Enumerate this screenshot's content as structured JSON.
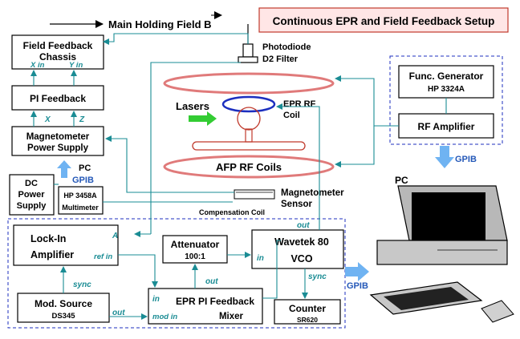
{
  "title": "Continuous EPR and Field Feedback Setup",
  "main_field": "Main Holding Field B",
  "photodiode": [
    "Photodiode",
    "D2 Filter"
  ],
  "lasers": "Lasers",
  "epr_coil": [
    "EPR RF",
    "Coil"
  ],
  "afp_coils": "AFP RF Coils",
  "magnetometer_sensor": [
    "Magnetometer",
    "Sensor"
  ],
  "compensation_coil": "Compensation Coil",
  "field_feedback": [
    "Field Feedback",
    "Chassis"
  ],
  "x_in": "X in",
  "y_in": "Y in",
  "pi_feedback": "PI Feedback",
  "x": "X",
  "z": "Z",
  "mag_power": [
    "Magnetometer",
    "Power Supply"
  ],
  "pc_gpib_left": [
    "PC",
    "GPIB"
  ],
  "dc_power": [
    "DC",
    "Power",
    "Supply"
  ],
  "multimeter": [
    "HP 3458A",
    "Multimeter"
  ],
  "func_gen": [
    "Func. Generator",
    "HP 3324A"
  ],
  "rf_amp": "RF Amplifier",
  "gpib_right": "GPIB",
  "pc_right": "PC",
  "lockin": [
    "Lock-In",
    "Amplifier"
  ],
  "a_label": "A",
  "ref_in": "ref in",
  "attenuator": [
    "Attenuator",
    "100:1"
  ],
  "wavetek": [
    "Wavetek 80",
    "VCO"
  ],
  "in1": "in",
  "out_top": "out",
  "out_att": "out",
  "sync1": "sync",
  "sync2": "sync",
  "mod_source": [
    "Mod. Source",
    "DS345"
  ],
  "out_mod": "out",
  "epr_pi": [
    "EPR PI Feedback",
    "Mixer"
  ],
  "in2": "in",
  "mod_in": "mod in",
  "counter": [
    "Counter",
    "SR620"
  ],
  "gpib_bottom": "GPIB"
}
